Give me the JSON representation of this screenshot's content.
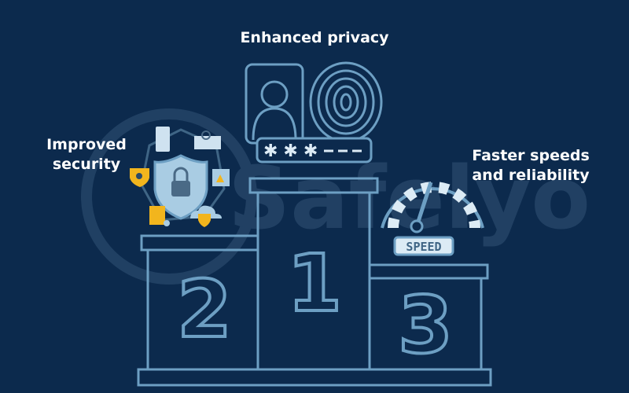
{
  "labels": {
    "first": "Enhanced privacy",
    "second_line1": "Improved",
    "second_line2": "security",
    "third_line1": "Faster speeds",
    "third_line2": "and reliability"
  },
  "podium": {
    "first": "1",
    "second": "2",
    "third": "3"
  },
  "speedometer_label": "SPEED",
  "password_mask": "✱ ✱ ✱",
  "watermark": "Safelyo",
  "colors": {
    "background": "#0c2a4d",
    "line": "#6d9fc3",
    "light": "#dcebf5",
    "accent": "#f2b51d"
  }
}
